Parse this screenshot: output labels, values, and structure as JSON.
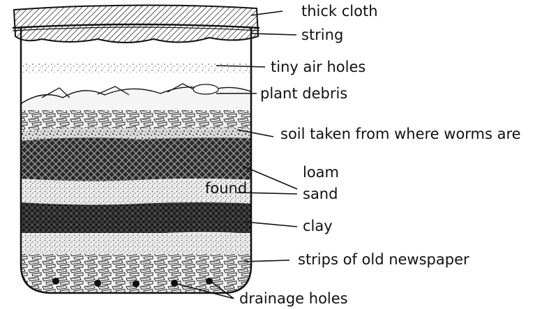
{
  "labels": {
    "thick_cloth": "thick cloth",
    "string": "string",
    "tiny_air_holes": "tiny air holes",
    "plant_debris": "plant debris",
    "soil_line1": "soil taken from where worms are",
    "soil_line2": "found",
    "loam": "loam",
    "sand": "sand",
    "clay": "clay",
    "newspaper": "strips of old newspaper",
    "drainage_holes": "drainage holes"
  },
  "colors": {
    "ink": "#111111",
    "background": "#ffffff"
  }
}
